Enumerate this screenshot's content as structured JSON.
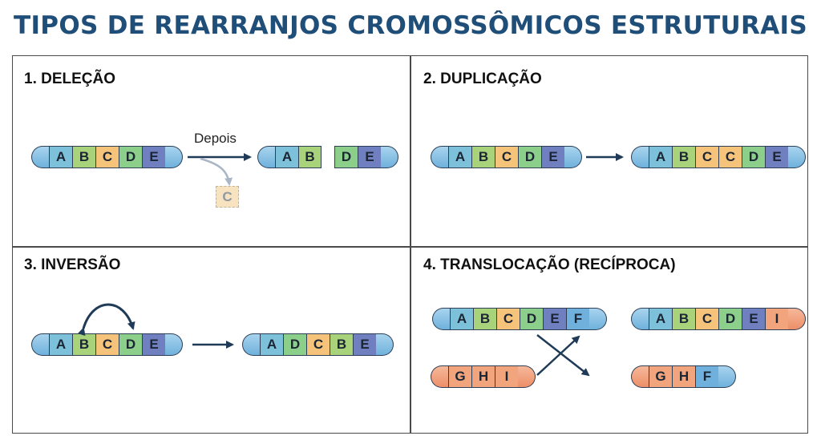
{
  "title": "TIPOS DE REARRANJOS CROMOSSÔMICOS ESTRUTURAIS",
  "panels": {
    "deletion": {
      "title": "1. DELEÇÃO",
      "annotation": "Depois",
      "before": [
        "A",
        "B",
        "C",
        "D",
        "E"
      ],
      "after_left": [
        "A",
        "B"
      ],
      "after_right": [
        "D",
        "E"
      ],
      "removed_fragment": "C"
    },
    "duplication": {
      "title": "2. DUPLICAÇÃO",
      "before": [
        "A",
        "B",
        "C",
        "D",
        "E"
      ],
      "after": [
        "A",
        "B",
        "C",
        "C",
        "D",
        "E"
      ]
    },
    "inversion": {
      "title": "3. INVERSÃO",
      "before": [
        "A",
        "B",
        "C",
        "D",
        "E"
      ],
      "after": [
        "A",
        "D",
        "C",
        "B",
        "E"
      ]
    },
    "translocation": {
      "title": "4. TRANSLOCAÇÃO (RECÍPROCA)",
      "before_top": [
        "A",
        "B",
        "C",
        "D",
        "E",
        "F"
      ],
      "before_bottom": [
        "G",
        "H",
        "I"
      ],
      "after_top": [
        "A",
        "B",
        "C",
        "D",
        "E",
        "I"
      ],
      "after_bottom": [
        "G",
        "H",
        "F"
      ]
    }
  },
  "colors": {
    "title": "#1f4e79",
    "A": "#7cc1d9",
    "B": "#a9d37a",
    "C": "#f5c37a",
    "D": "#8ccf8a",
    "E": "#6f7fc0",
    "F": "#6fb1dc",
    "G": "#f2a47c",
    "H": "#f2a47c",
    "I": "#f2a47c",
    "arrow": "#1f3b57"
  }
}
